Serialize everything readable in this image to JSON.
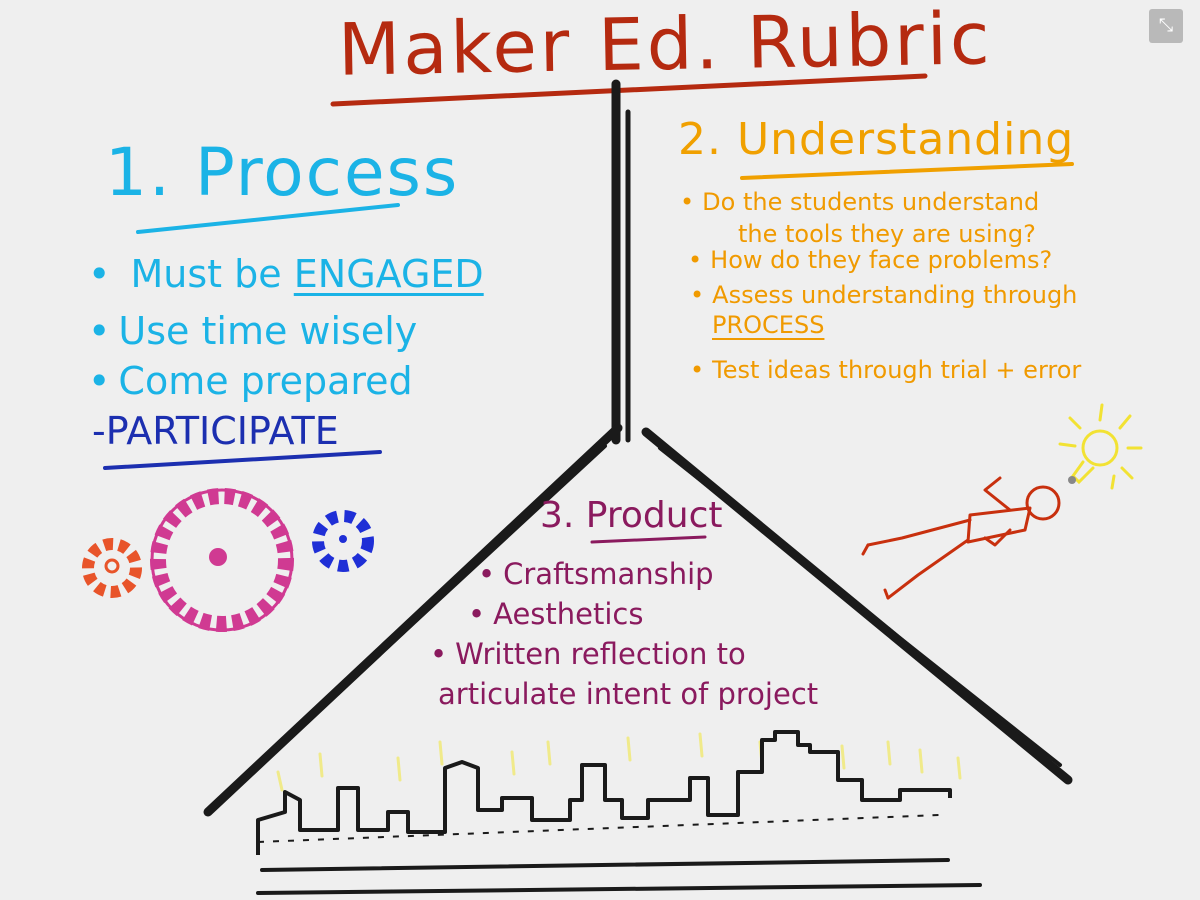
{
  "title": "Maker Ed. Rubric",
  "process": {
    "heading": "1. Process",
    "items": [
      "Must be",
      "Use time wisely",
      "Come prepared"
    ],
    "engaged": "ENGAGED",
    "participate": "-PARTICIPATE"
  },
  "understanding": {
    "heading": "2. Understanding",
    "items": [
      "Do the students understand",
      "the tools they are using?",
      "How do they face problems?",
      "Assess understanding through",
      "PROCESS",
      "Test ideas through trial + error"
    ]
  },
  "product": {
    "heading": "3. Product",
    "items": [
      "Craftsmanship",
      "Aesthetics",
      "Written reflection to",
      "articulate intent of project"
    ]
  },
  "colors": {
    "title": "#b52a10",
    "process": "#1bb3e6",
    "participate": "#1c2fb0",
    "understanding": "#f0a000",
    "product": "#8a1a5e",
    "lines": "#1a1a1a",
    "gear_large": "#d03a92",
    "gear_small_left": "#e8542a",
    "gear_small_right": "#1f2fd6",
    "person": "#c8300e",
    "lightbulb": "#f2e233",
    "city_glow": "#f0ea8a"
  },
  "icons": {
    "gears": "gears-drawing",
    "person": "person-lying-drawing",
    "lightbulb": "lightbulb-icon",
    "city": "city-skyline-drawing",
    "collapse": "collapse-arrows-icon"
  },
  "collapse_glyph": "⤡"
}
